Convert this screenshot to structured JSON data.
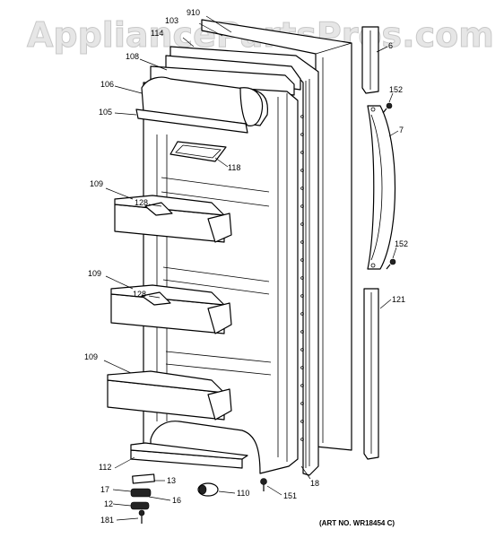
{
  "watermark": "AppliancePartsPros.com",
  "art_number": "(ART NO. WR18454 C)",
  "callouts": {
    "c910": "910",
    "c103": "103",
    "c114": "114",
    "c108": "108",
    "c106": "106",
    "c105": "105",
    "c118": "118",
    "c109a": "109",
    "c128a": "128",
    "c109b": "109",
    "c128b": "128",
    "c109c": "109",
    "c112": "112",
    "c13": "13",
    "c17": "17",
    "c16": "16",
    "c12": "12",
    "c181": "181",
    "c110": "110",
    "c151": "151",
    "c18": "18",
    "c6": "6",
    "c152a": "152",
    "c7": "7",
    "c152b": "152",
    "c121": "121"
  }
}
